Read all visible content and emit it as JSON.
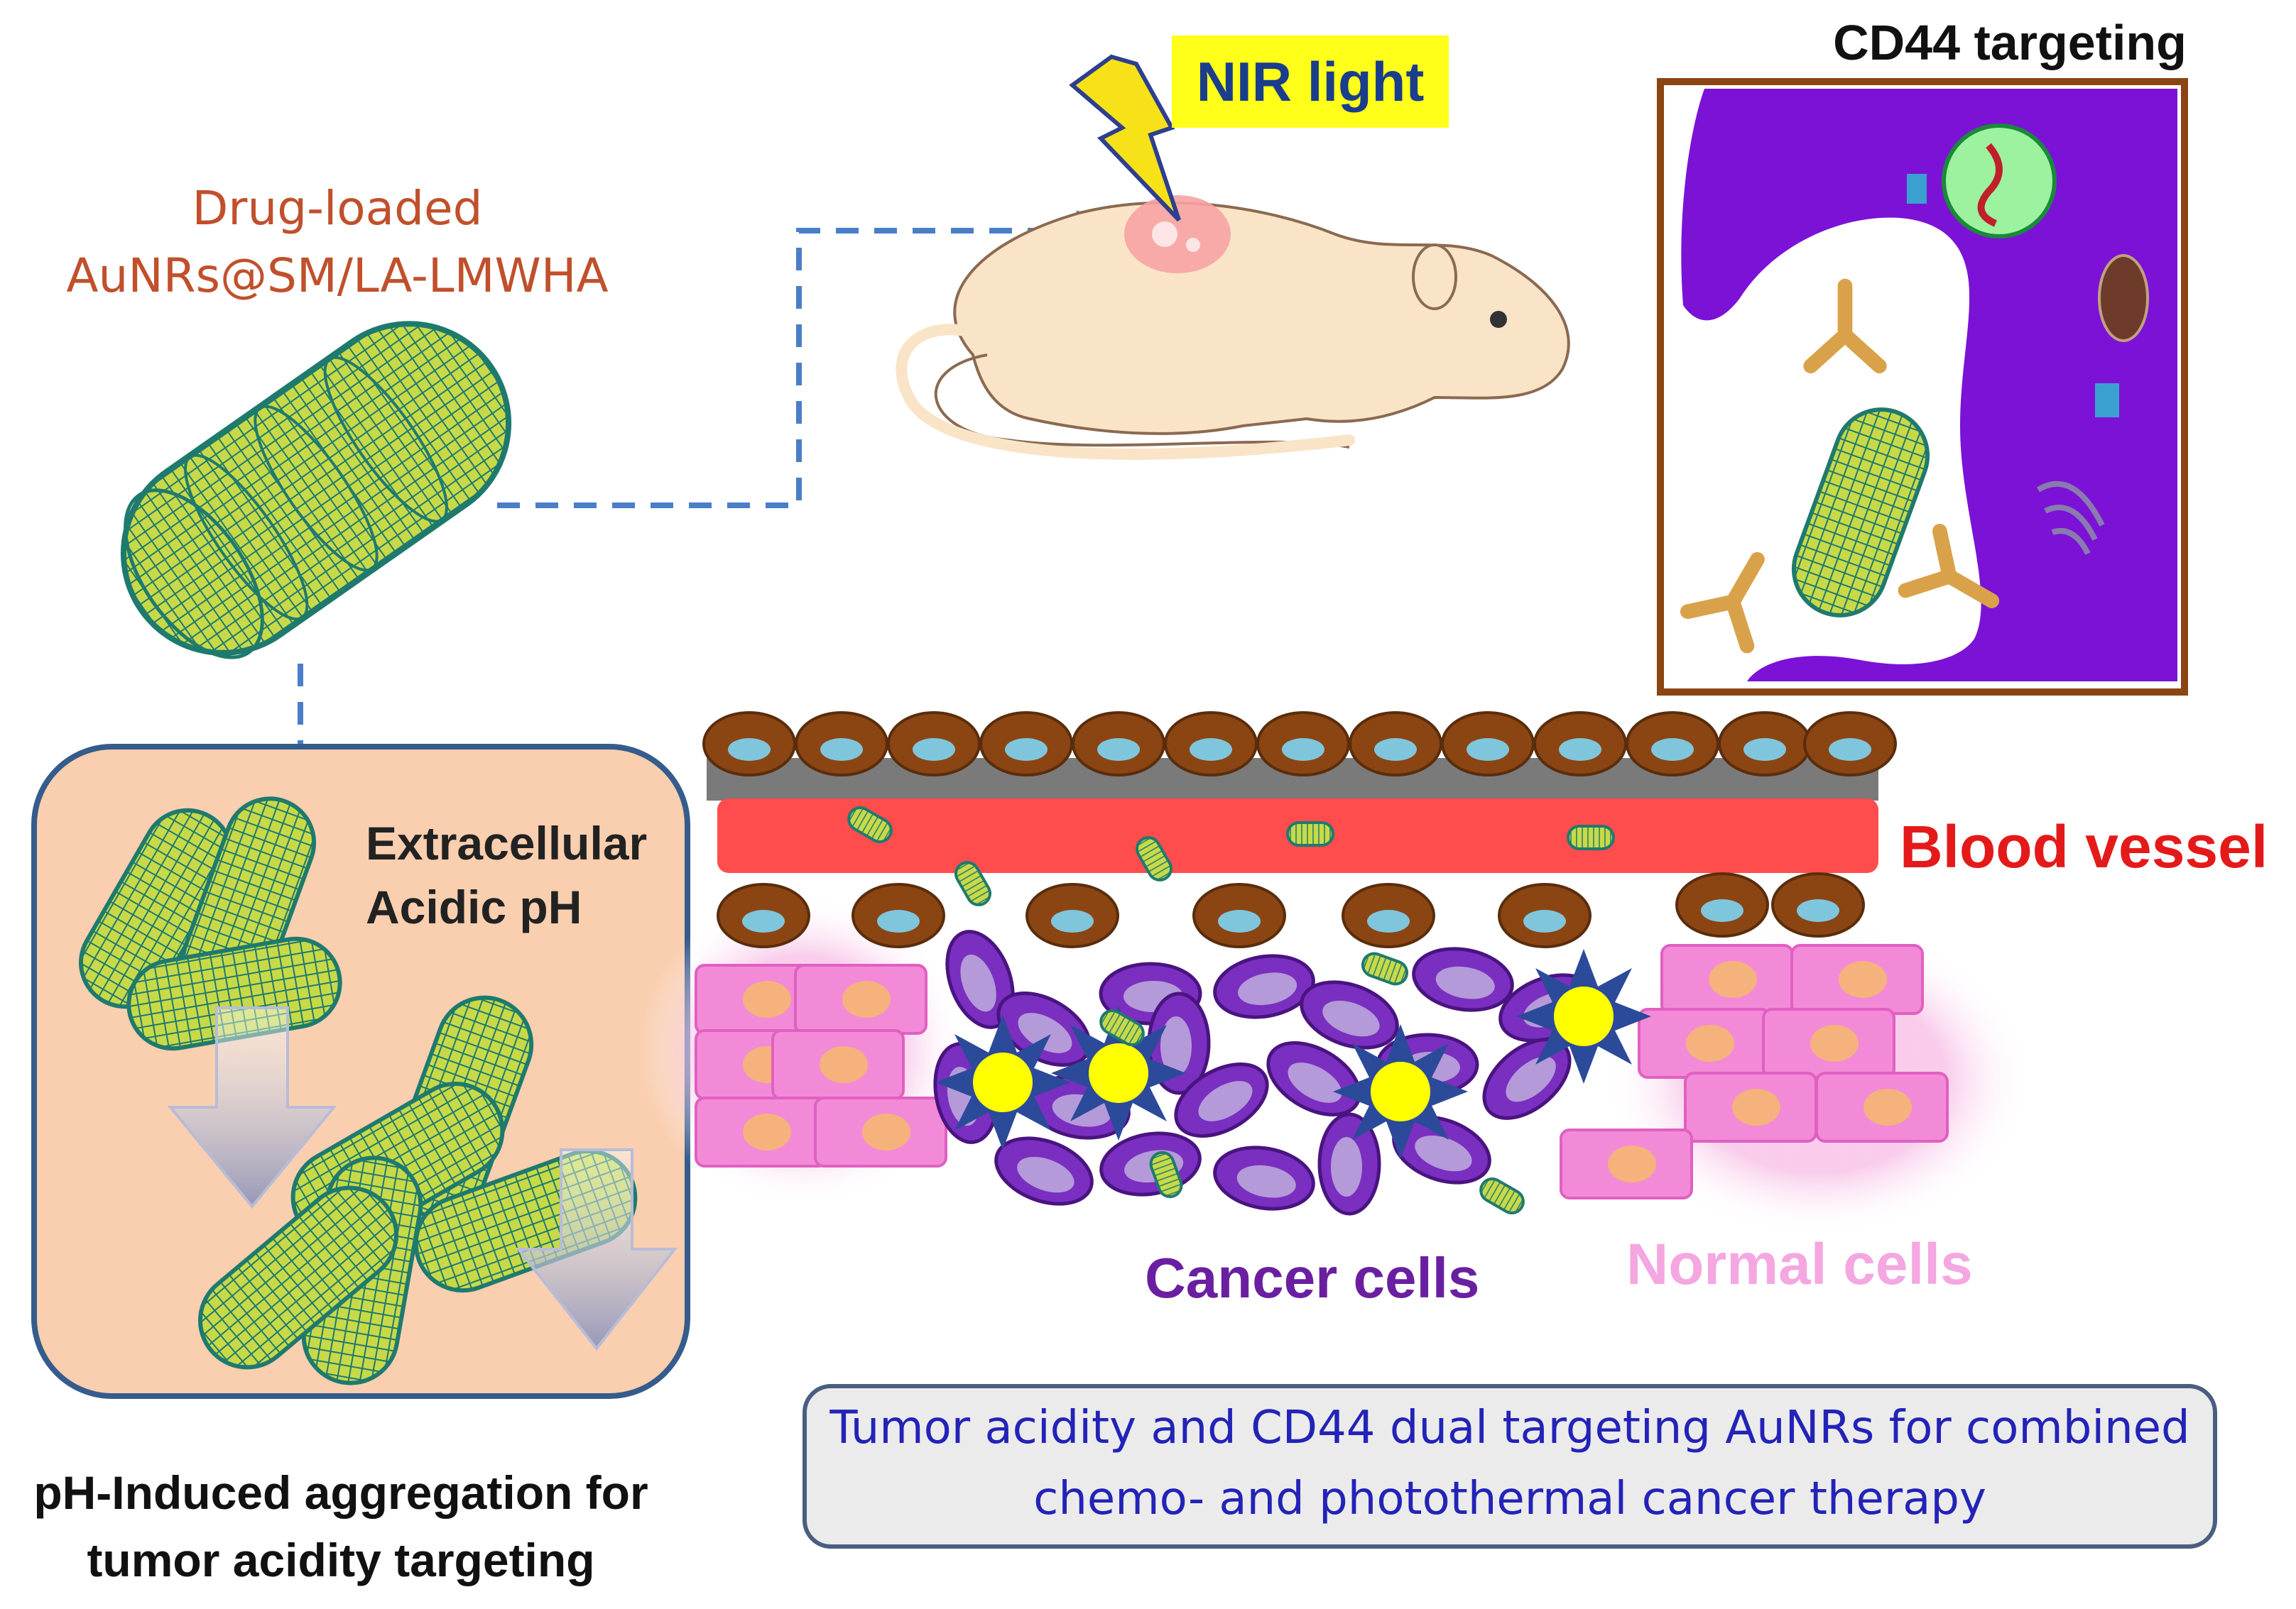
{
  "labels": {
    "drug_loaded_line1": "Drug-loaded",
    "drug_loaded_line2": "AuNRs@SM/LA-LMWHA",
    "nir_light": "NIR light",
    "cd44_targeting": "CD44 targeting",
    "extracellular_line1": "Extracellular",
    "extracellular_line2": "Acidic pH",
    "blood_vessel": "Blood vessel",
    "cancer_cells": "Cancer cells",
    "normal_cells": "Normal cells",
    "ph_caption_line1": "pH-Induced aggregation for",
    "ph_caption_line2": "tumor acidity targeting"
  },
  "summary": {
    "line1": "Tumor acidity and CD44 dual targeting AuNRs for combined",
    "line2": "chemo- and photothermal cancer therapy"
  },
  "colors": {
    "drug_label": "#c0502c",
    "nir_label_bg": "#ffff1a",
    "nir_label_text": "#1a3d8c",
    "blood_vessel": "#ff4d4d",
    "blood_label": "#e41a1a",
    "endothelial_cell": "#8b4513",
    "endothelial_nucleus": "#7fc6dc",
    "cancer_cell": "#7a2fc0",
    "cancer_label": "#6a1fa0",
    "normal_cell": "#f28ad8",
    "normal_label": "#f4a7e0",
    "cd44_cell": "#7b12d6",
    "cd44_frame": "#8b4513",
    "acidic_panel_bg": "#f9cfb0",
    "acidic_panel_border": "#355c8c",
    "nanorod_fill": "#c8d948",
    "nanorod_mesh": "#1f7a6e",
    "dashed_arrow": "#4a7fc8",
    "summary_text": "#2323b8",
    "summary_bg": "#ebebeb",
    "photothermal_star": "#2c4a9a",
    "photothermal_core": "#ffff00"
  }
}
